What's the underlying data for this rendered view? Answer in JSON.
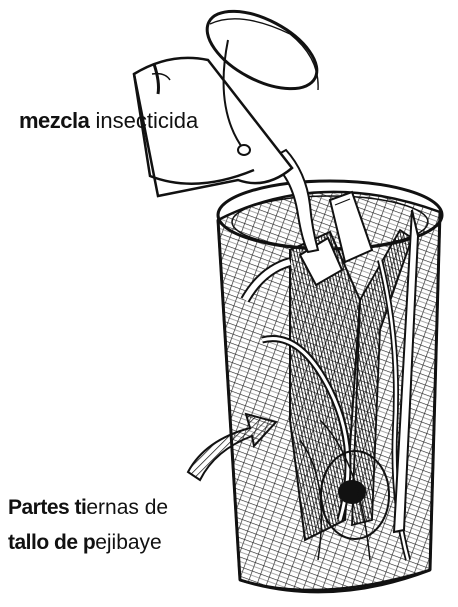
{
  "labels": {
    "insecticide": {
      "bold": "mezcla",
      "normal": " insecticida"
    },
    "stems_line1": {
      "bold": "Partes ti",
      "normal": "ernas de"
    },
    "stems_line2": {
      "bold": "tallo de p",
      "normal": "ejibaye"
    }
  },
  "colors": {
    "ink": "#111111",
    "paper": "#ffffff"
  },
  "icons": [
    "bucket",
    "insecticide-stream",
    "mesh-cylinder",
    "pejibaye-stem-pieces",
    "pointer-arrow"
  ]
}
